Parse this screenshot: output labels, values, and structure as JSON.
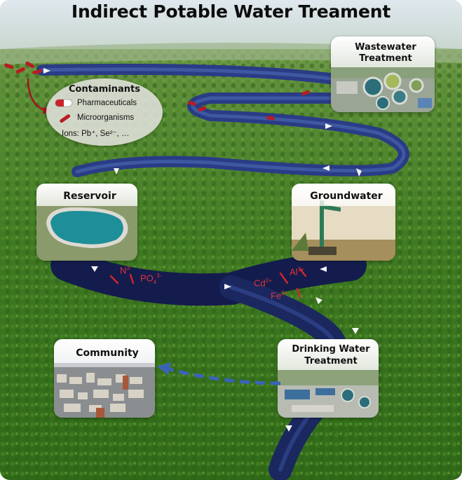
{
  "title": "Indirect Potable Water Treament",
  "contaminants": {
    "heading": "Contaminants",
    "items": [
      {
        "icon": "pill-icon",
        "label": "Pharmaceuticals"
      },
      {
        "icon": "microorganism-icon",
        "label": "Microorganisms"
      },
      {
        "icon": "",
        "label": "Ions: Pb⁺, Se²⁻, …"
      }
    ]
  },
  "nodes": {
    "wastewater": "Wastewater Treatment",
    "reservoir": "Reservoir",
    "groundwater": "Groundwater",
    "drinking": "Drinking Water Treatment",
    "community": "Community"
  },
  "ions": [
    {
      "base": "N",
      "sup": "3-"
    },
    {
      "base": "PO",
      "sub": "4",
      "sup": "3-"
    },
    {
      "base": "Cd",
      "sup": "2+"
    },
    {
      "base": "Al",
      "sup": "3+"
    },
    {
      "base": "Fe",
      "sup": "3+"
    }
  ],
  "colors": {
    "river": "#1f2b6e",
    "contaminant": "#b81c22",
    "arrow": "#ffffff",
    "supply_arrow": "#3a63b8",
    "ion_text": "#e0353a"
  }
}
